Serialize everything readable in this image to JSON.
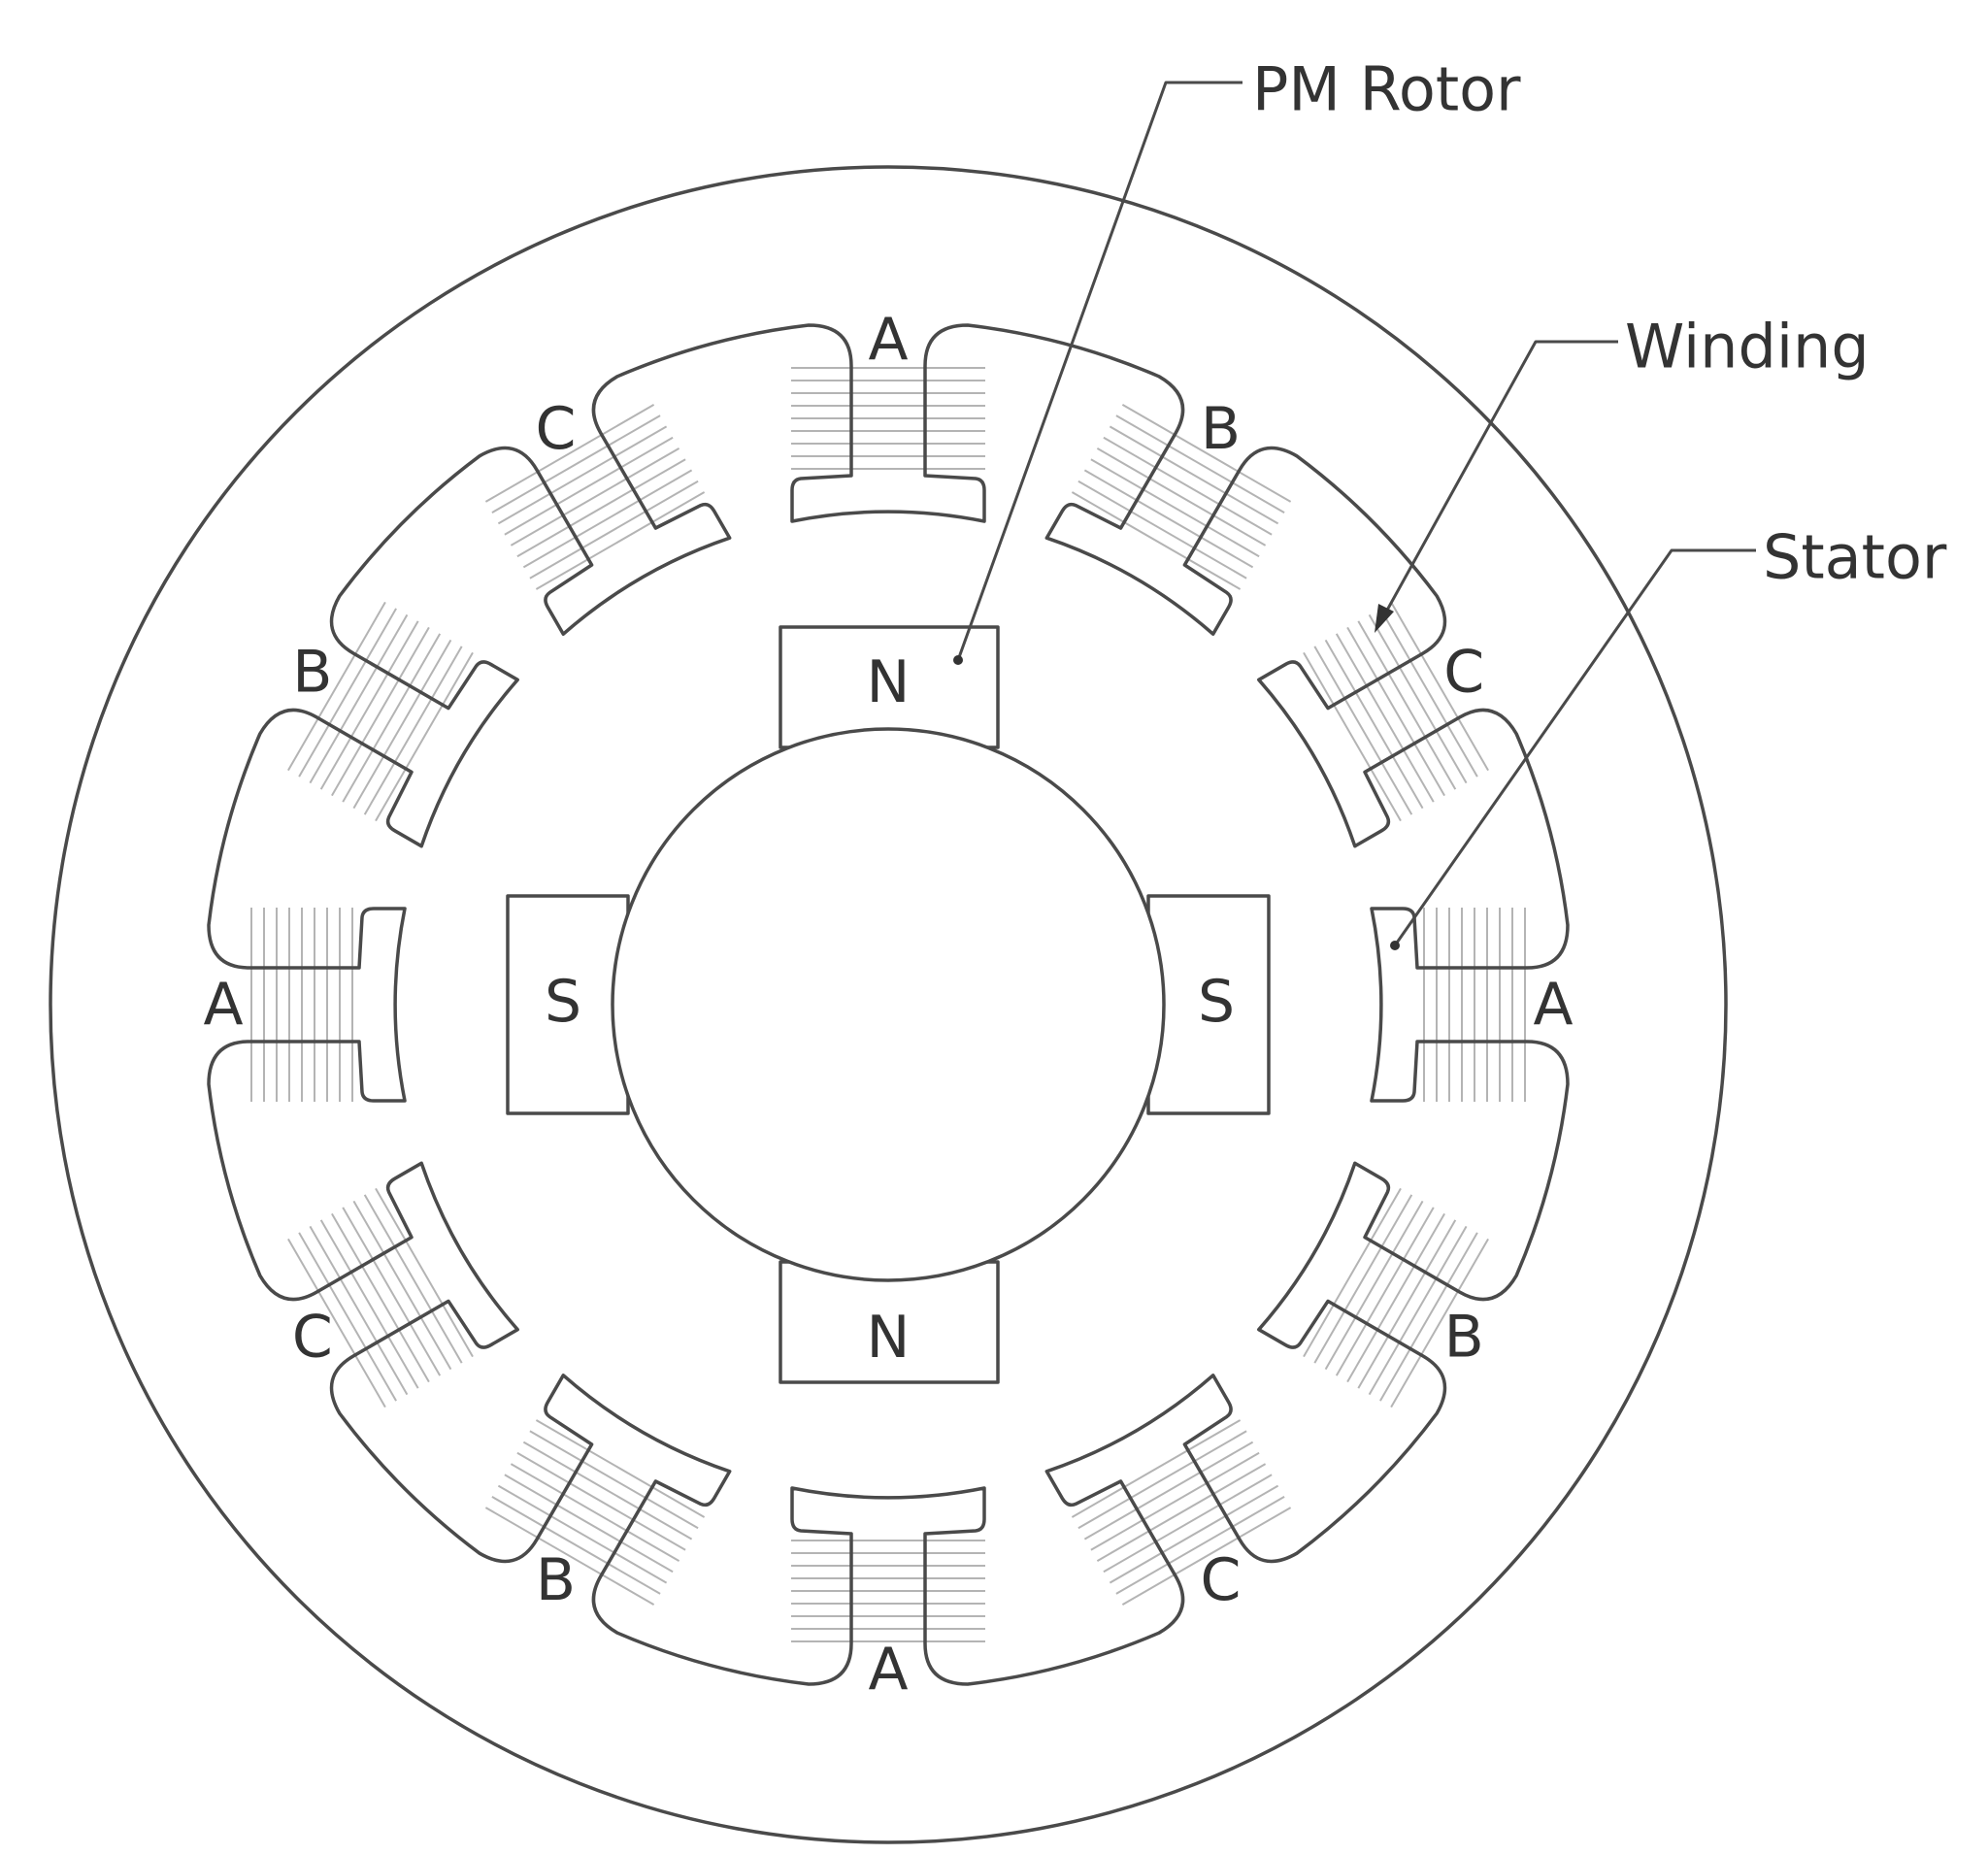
{
  "callouts": {
    "rotor": "PM Rotor",
    "winding": "Winding",
    "stator": "Stator"
  },
  "stator_phase_labels_clockwise_from_top": [
    "A",
    "B",
    "C",
    "A",
    "B",
    "C",
    "A",
    "B",
    "C",
    "A",
    "B",
    "C"
  ],
  "rotor_poles": {
    "top": "N",
    "right": "S",
    "bottom": "N",
    "left": "S"
  },
  "colors": {
    "line": "#4a4a4a",
    "winding": "#b4b4b4"
  }
}
